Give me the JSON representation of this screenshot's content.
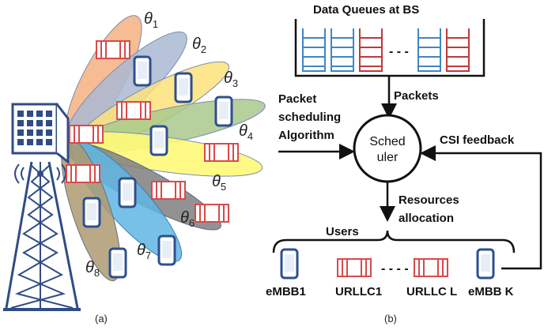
{
  "left_panel": {
    "beam_labels": [
      "θ",
      "θ",
      "θ",
      "θ",
      "θ",
      "θ",
      "θ",
      "θ"
    ],
    "beam_subscripts": [
      "1",
      "2",
      "3",
      "4",
      "5",
      "6",
      "7",
      "8"
    ],
    "caption": "(a)",
    "colors": {
      "beam1": "#f5b081",
      "beam2": "#aab8d2",
      "beam3": "#fde27a",
      "beam4": "#a9c98c",
      "beam5": "#fffa78",
      "beam6": "#7f7f7f",
      "beam7": "#5fb6e4",
      "beam8": "#ad9a72",
      "tower": "#2f4c86",
      "phone": "#2f4f8f",
      "urllc": "#d94a4a"
    }
  },
  "right_panel": {
    "queues_title": "Data Queues at BS",
    "queue_dots": "- - -",
    "packets_label": "Packets",
    "algorithm_label": [
      "Packet",
      "scheduling",
      "Algorithm"
    ],
    "scheduler_label": [
      "Sched",
      "uler"
    ],
    "csi_label": "CSI feedback",
    "resources_label": [
      "Resources",
      "allocation"
    ],
    "users_label": "Users",
    "user_dashes": "- - - -",
    "users": [
      "eMBB1",
      "URLLC1",
      "URLLC L",
      "eMBB K"
    ],
    "caption": "(b)",
    "colors": {
      "embb_queue": "#3f86c6",
      "urllc_queue": "#c0393b"
    }
  }
}
